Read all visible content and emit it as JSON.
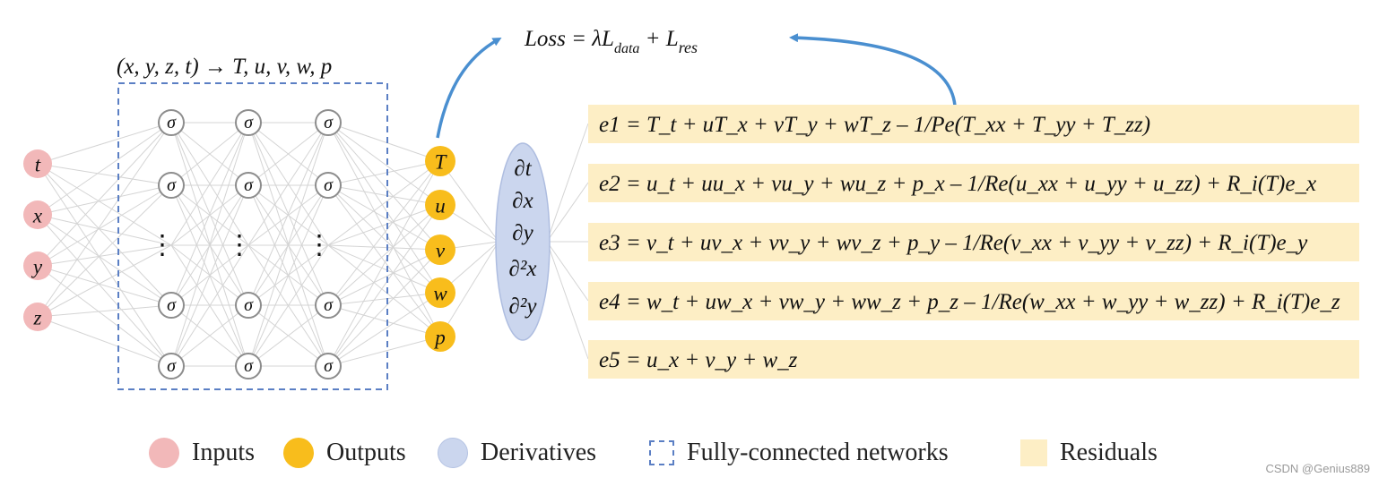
{
  "header_mapping": "(x, y, z, t) → T, u, v, w, p",
  "loss": {
    "prefix": "Loss = λL",
    "data_sub": "data",
    "plus": " + L",
    "res_sub": "res"
  },
  "inputs": [
    "t",
    "x",
    "y",
    "z"
  ],
  "outputs": [
    "T",
    "u",
    "v",
    "w",
    "p"
  ],
  "hidden": {
    "symbol": "σ",
    "ellipsis": "⋮"
  },
  "derivatives": [
    "∂t",
    "∂x",
    "∂y",
    "∂²x",
    "∂²y"
  ],
  "residuals": [
    "e1 = T_t + uT_x + vT_y + wT_z – 1/Pe(T_xx + T_yy + T_zz)",
    "e2 = u_t + uu_x + vu_y + wu_z + p_x – 1/Re(u_xx + u_yy + u_zz) + R_i(T)e_x",
    "e3 = v_t + uv_x + vv_y + wv_z + p_y – 1/Re(v_xx + v_yy + v_zz) + R_i(T)e_y",
    "e4 = w_t + uw_x + vw_y + ww_z + p_z – 1/Re(w_xx + w_yy + w_zz) + R_i(T)e_z",
    "e5 = u_x + v_y + w_z"
  ],
  "legend": [
    "Inputs",
    "Outputs",
    "Derivatives",
    "Fully-connected networks",
    "Residuals"
  ],
  "watermark": "CSDN @Genius889",
  "colors": {
    "input": "#f2b8b9",
    "output": "#f8bd1c",
    "derivative": "#cbd6ee",
    "residual": "#fdeec5",
    "fc_border": "#5b7fc4",
    "arrow": "#4a8fd0"
  }
}
